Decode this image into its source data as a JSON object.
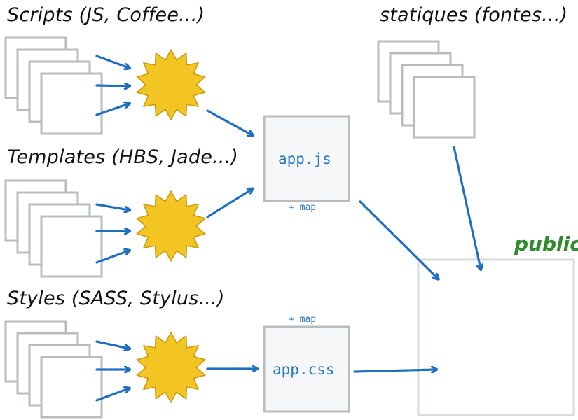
{
  "sources": {
    "scripts": "Scripts (JS, Coffee...)",
    "templates": "Templates (HBS, Jade...)",
    "styles": "Styles (SASS, Stylus...)",
    "statics": "statiques (fontes...)"
  },
  "outputs": {
    "js": {
      "file": "app.js",
      "map": "+ map"
    },
    "css": {
      "file": "app.css",
      "map": "+ map"
    }
  },
  "target": {
    "label": "public/"
  },
  "colors": {
    "arrow": "#1e6fc2",
    "sun": "#f2c522",
    "sun_outline": "#c99a12",
    "box_border": "#b9bcbf",
    "box_fill": "#f5f7f9",
    "file_text": "#2a7ac4",
    "target_label": "#2e8b2e",
    "target_border": "#d9dcde"
  },
  "icons": [
    "file-stack-icon",
    "compiler-sun-icon",
    "arrow-icon"
  ]
}
